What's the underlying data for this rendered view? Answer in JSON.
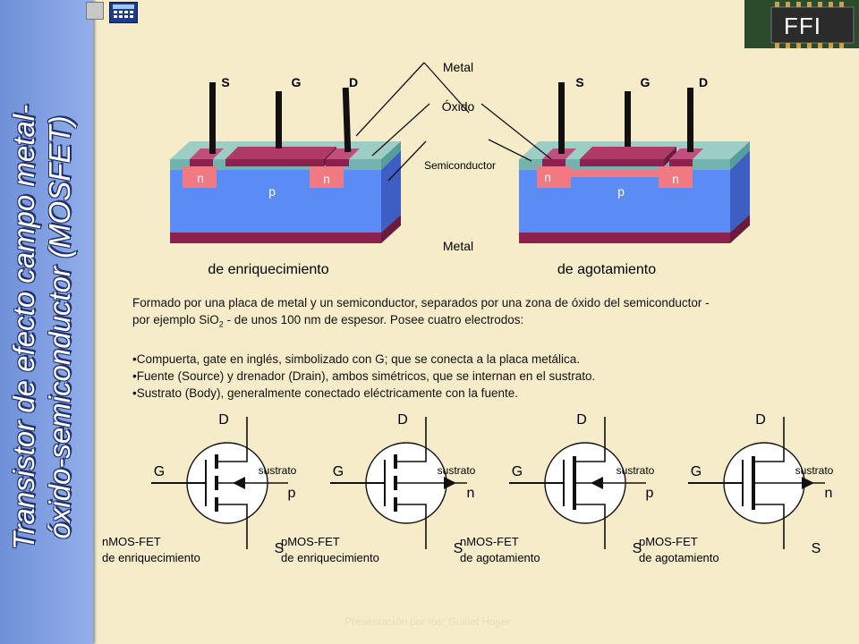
{
  "title_lines": [
    "Transistor de efecto campo metal-",
    "óxido-semiconductor (MOSFET)"
  ],
  "logo": {
    "text": "FFI"
  },
  "diagram": {
    "terminals": [
      "S",
      "G",
      "D"
    ],
    "labels": {
      "metal_top": "Metal",
      "oxide": "Óxido",
      "semiconductor": "Semiconductor",
      "metal_bottom": "Metal"
    },
    "n_region": "n",
    "p_region": "p",
    "left_caption": "de enriquecimiento",
    "right_caption": "de agotamiento"
  },
  "description": {
    "line1": "Formado por una placa de metal y un semiconductor, separados por una zona de óxido del semiconductor -",
    "line2_pre": "por ejemplo SiO",
    "line2_sub": "2",
    "line2_post": " - de unos 100 nm de espesor. Posee cuatro electrodos:",
    "bullets": [
      "•Compuerta, gate en inglés, simbolizado con G; que se conecta a la placa metálica.",
      "•Fuente (Source) y drenador (Drain), ambos simétricos, que se internan en el sustrato.",
      "•Sustrato (Body), generalmente conectado eléctricamente con la fuente."
    ]
  },
  "symbols": [
    {
      "name": "nMOS-FET",
      "mode": "de enriquecimiento",
      "substrate_type": "p"
    },
    {
      "name": "pMOS-FET",
      "mode": "de enriquecimiento",
      "substrate_type": "n"
    },
    {
      "name": "nMOS-FET",
      "mode": "de agotamiento",
      "substrate_type": "p"
    },
    {
      "name": "pMOS-FET",
      "mode": "de agotamiento",
      "substrate_type": "n"
    }
  ],
  "symbol_labels": {
    "drain": "D",
    "gate": "G",
    "source": "S",
    "substrate": "sustrato"
  },
  "footer": "Presentación por los: Guillet Hoyer"
}
